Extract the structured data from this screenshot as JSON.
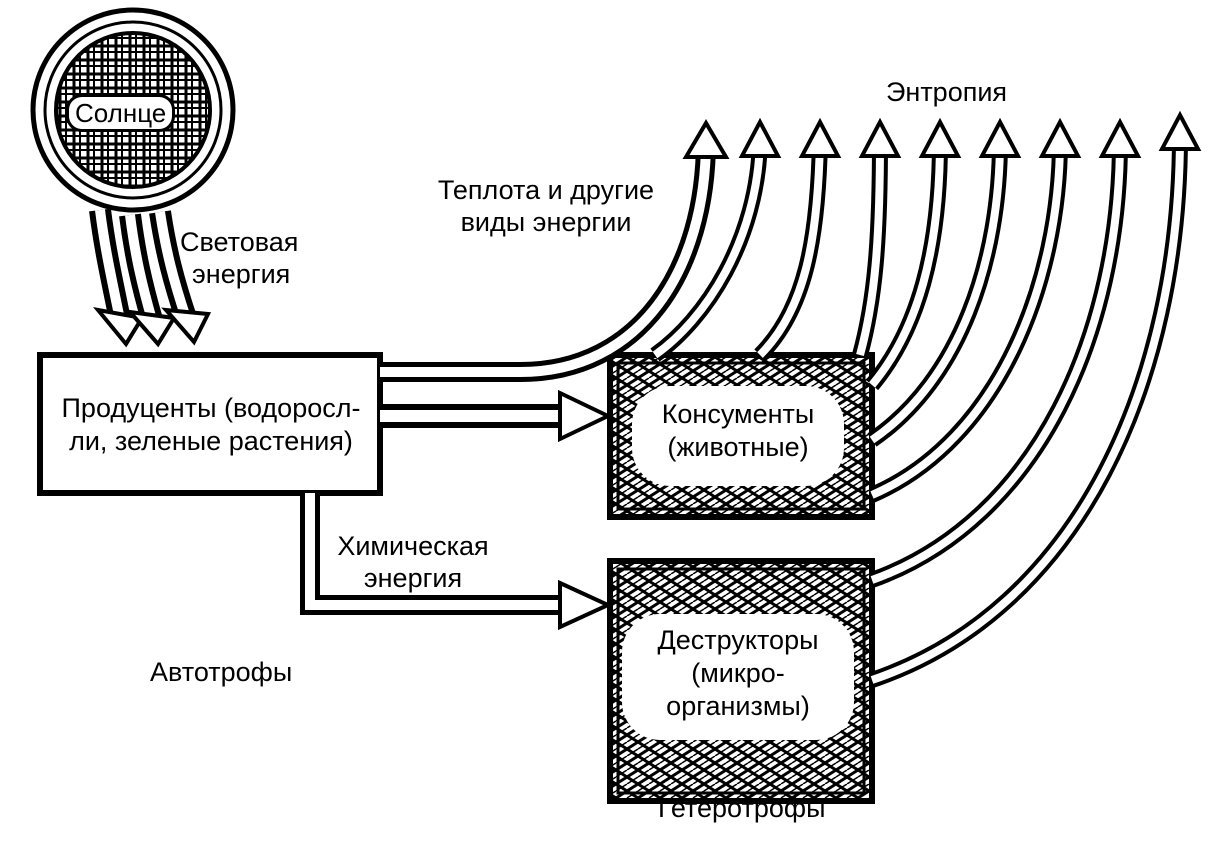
{
  "sun": {
    "label": "Солнце"
  },
  "labels": {
    "light_energy": [
      "Световая",
      "энергия"
    ],
    "entropy": "Энтропия",
    "heat": [
      "Теплота и другие",
      "виды энергии"
    ],
    "chemical": [
      "Химическая",
      "энергия"
    ],
    "autotrophs": "Автотрофы",
    "heterotrophs": "Гетеротрофы"
  },
  "boxes": {
    "producers": [
      "Продуценты (водоросл-",
      "ли, зеленые растения)"
    ],
    "consumers": [
      "Консументы",
      "(животные)"
    ],
    "decomposers": [
      "Деструкторы",
      "(микро-",
      "организмы)"
    ]
  },
  "colors": {
    "ink": "#000000",
    "paper": "#ffffff"
  }
}
